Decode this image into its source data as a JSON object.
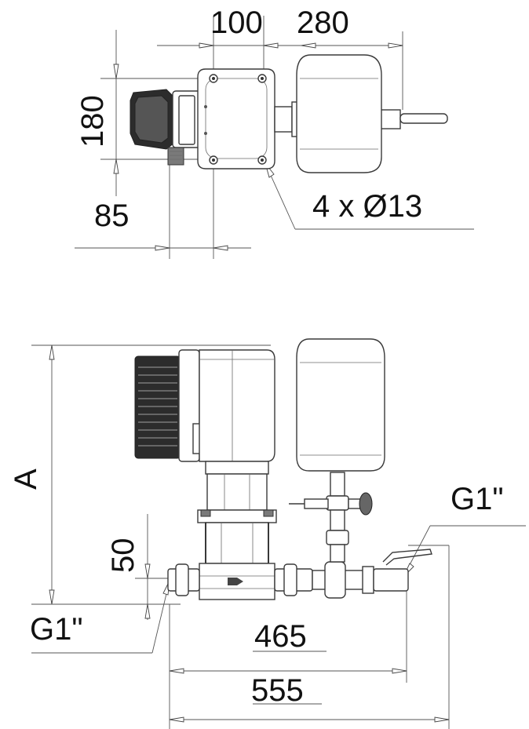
{
  "top_view": {
    "dim_100": "100",
    "dim_280": "280",
    "dim_180": "180",
    "dim_85": "85",
    "hole_callout": "4 x Ø13"
  },
  "side_view": {
    "dim_A": "A",
    "dim_50": "50",
    "outlet_thread": "G1\"",
    "inlet_thread": "G1\"",
    "dim_465": "465",
    "dim_555": "555"
  }
}
